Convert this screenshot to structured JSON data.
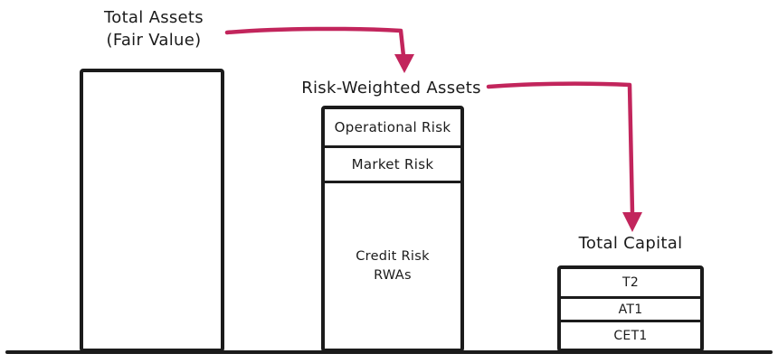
{
  "colors": {
    "stroke": "#1b1b1b",
    "arrow": "#c2255c",
    "background": "#ffffff"
  },
  "assets_bar": {
    "title_line1": "Total Assets",
    "title_line2": "(Fair Value)"
  },
  "rwa_bar": {
    "title": "Risk-Weighted Assets",
    "segments": [
      {
        "label": "Operational Risk"
      },
      {
        "label": "Market Risk"
      },
      {
        "label_line1": "Credit Risk",
        "label_line2": "RWAs"
      }
    ]
  },
  "capital_bar": {
    "title": "Total Capital",
    "segments": [
      {
        "label": "T2"
      },
      {
        "label": "AT1"
      },
      {
        "label": "CET1"
      }
    ]
  }
}
